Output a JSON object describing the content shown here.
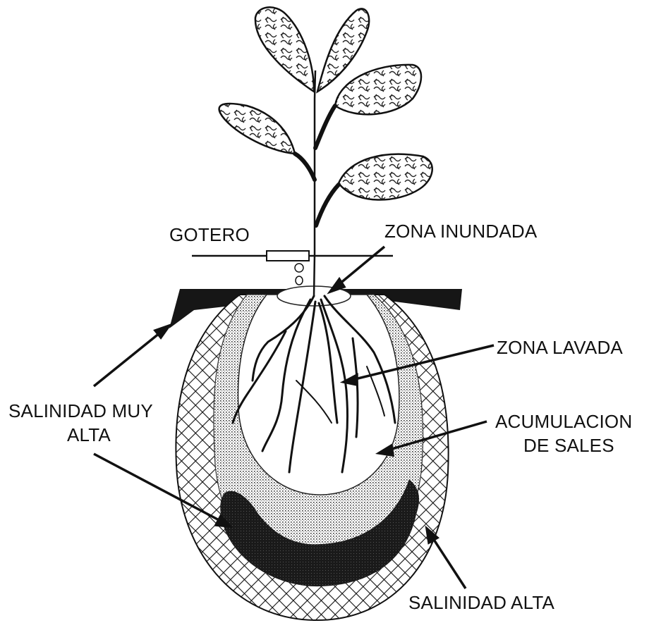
{
  "labels": {
    "gotero": "GOTERO",
    "zona_inundada": "ZONA INUNDADA",
    "zona_lavada": "ZONA LAVADA",
    "acumulacion_line1": "ACUMULACION",
    "acumulacion_line2": "DE SALES",
    "salinidad_muy_alta_line1": "SALINIDAD MUY",
    "salinidad_muy_alta_line2": "ALTA",
    "salinidad_alta": "SALINIDAD ALTA"
  },
  "colors": {
    "ink": "#111111",
    "background": "#ffffff"
  }
}
